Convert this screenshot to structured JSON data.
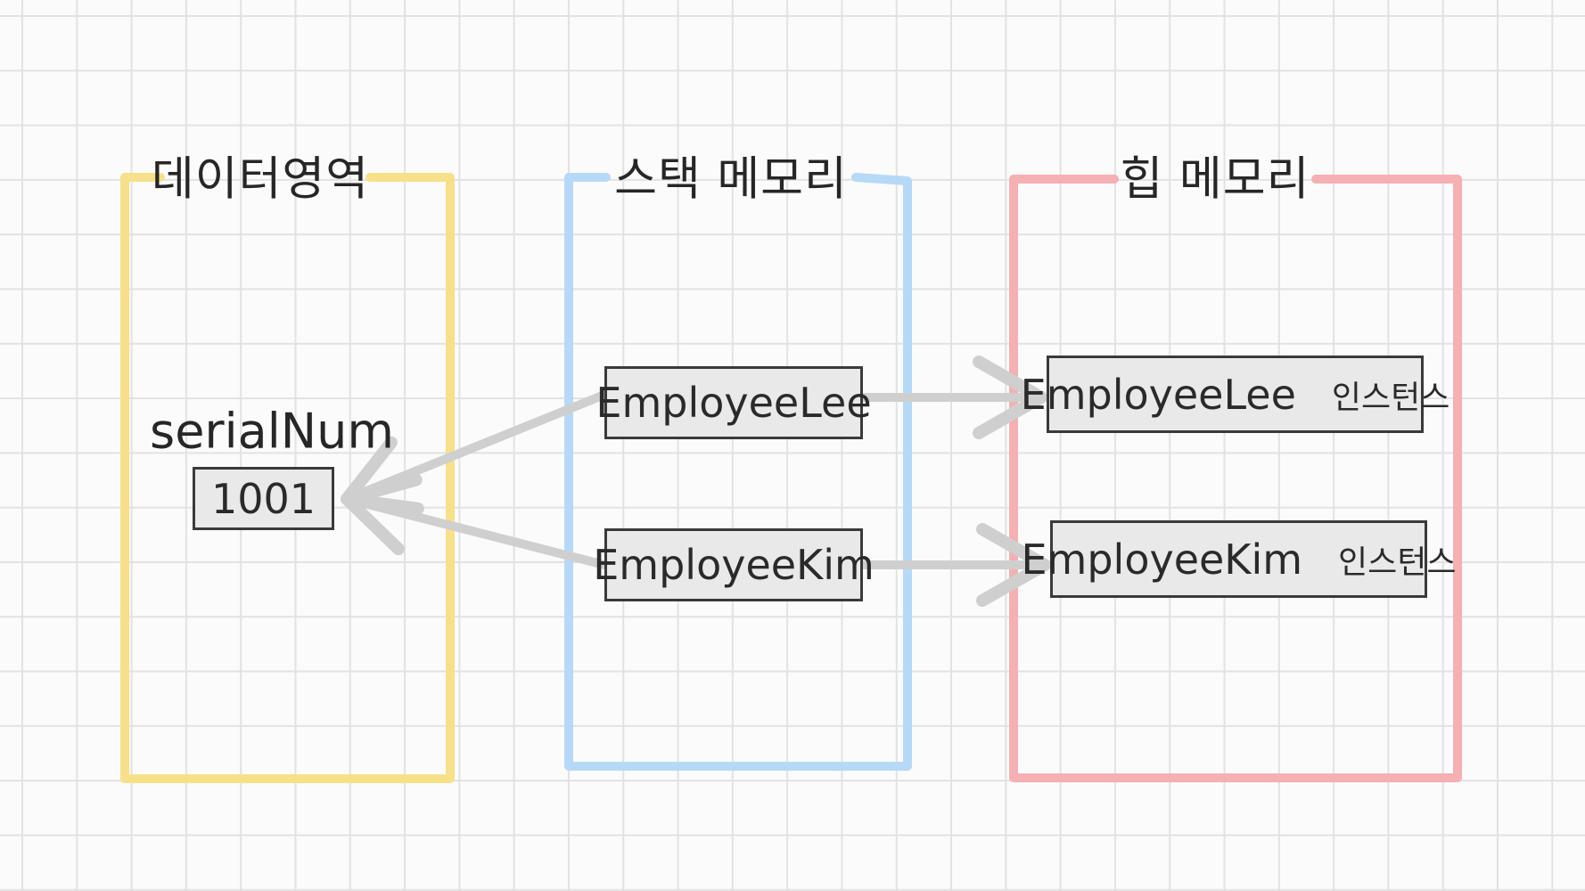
{
  "regions": {
    "data": {
      "title": "데이터영역",
      "color": "#f7e08a"
    },
    "stack": {
      "title": "스택 메모리",
      "color": "#b6d9f7"
    },
    "heap": {
      "title": "힙 메모리",
      "color": "#f4b0b3"
    }
  },
  "data_area": {
    "var_label": "serialNum",
    "value": "1001"
  },
  "stack_vars": {
    "lee": "EmployeeLee",
    "kim": "EmployeeKim"
  },
  "heap_instances": {
    "lee_name": "EmployeeLee",
    "kim_name": "EmployeeKim",
    "suffix": "인스턴스"
  },
  "arrow_color": "#cfcfcf"
}
